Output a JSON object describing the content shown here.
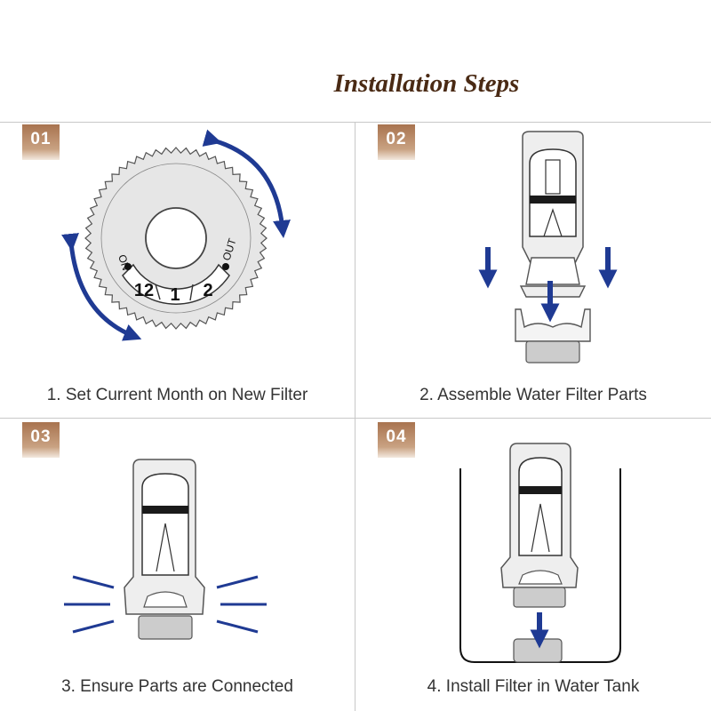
{
  "title": "Installation Steps",
  "colors": {
    "badge_top": "#b07c5a",
    "badge_bottom": "#e9d8c8",
    "arrow_blue": "#1f3a93",
    "outline": "#444444",
    "grid": "#c8c8c8",
    "title": "#4a2a14"
  },
  "steps": [
    {
      "number": "01",
      "caption": "1. Set Current Month on New Filter",
      "dial": {
        "left_label": "ON",
        "right_label": "OUT",
        "months": [
          "12",
          "1",
          "2"
        ]
      }
    },
    {
      "number": "02",
      "caption": "2. Assemble Water Filter Parts"
    },
    {
      "number": "03",
      "caption": "3. Ensure Parts are Connected"
    },
    {
      "number": "04",
      "caption": "4. Install Filter in Water Tank"
    }
  ]
}
